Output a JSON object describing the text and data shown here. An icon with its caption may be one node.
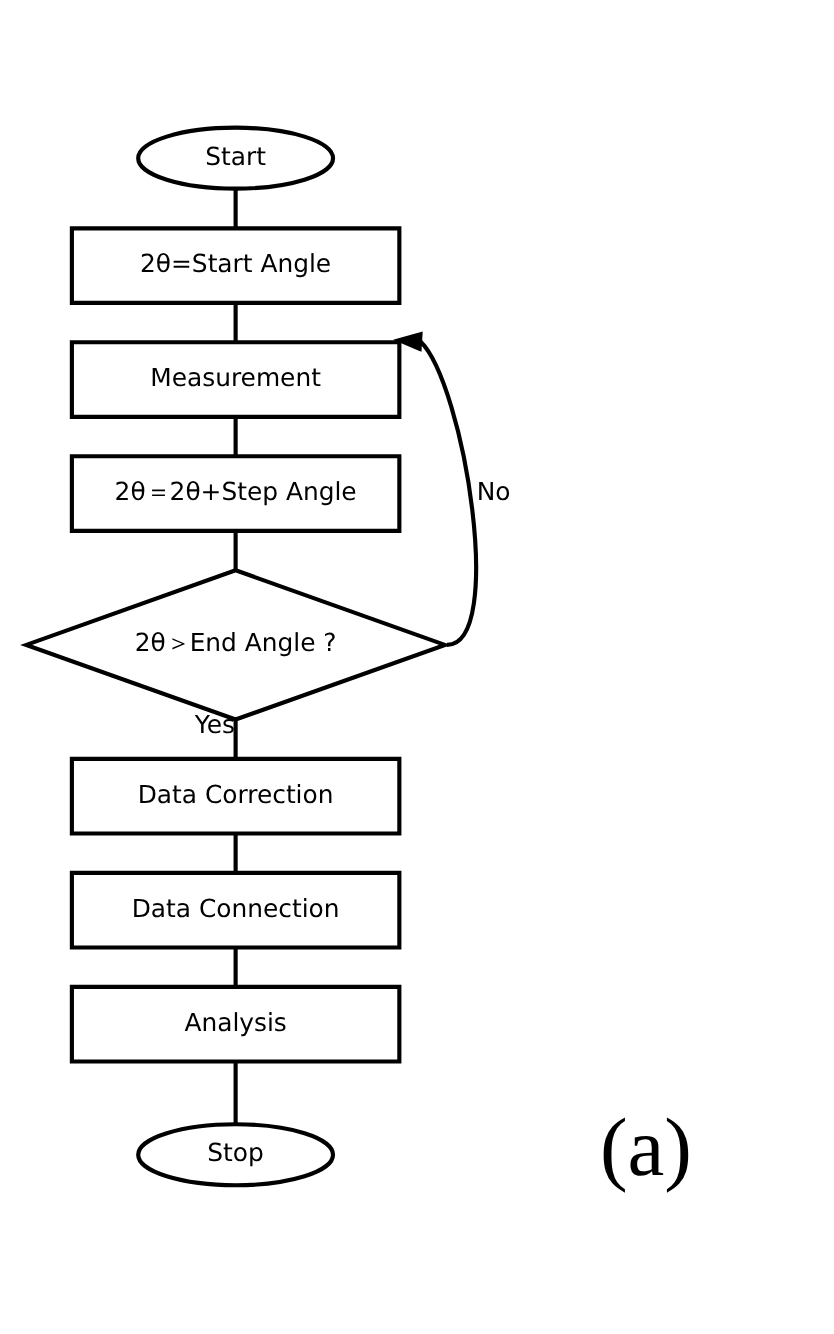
{
  "diagram": {
    "nodes": [
      {
        "text": [
          "Start"
        ]
      },
      {
        "text": [
          "2θ=Start Angle"
        ]
      },
      {
        "text": [
          "Measurement"
        ]
      },
      {
        "text": [
          "2θ＝2θ+Step Angle"
        ]
      },
      {
        "text": [
          "2θ＞End Angle ?"
        ]
      },
      {
        "text": [
          "Data Correction"
        ]
      },
      {
        "text": [
          "Data Connection"
        ]
      },
      {
        "text": [
          "Analysis"
        ]
      },
      {
        "text": [
          "Stop"
        ]
      }
    ],
    "edges": [
      {
        "from": 0,
        "to": 1,
        "arrow": "none"
      },
      {
        "from": 1,
        "to": 2,
        "arrow": "none"
      },
      {
        "from": 2,
        "to": 3,
        "arrow": "none"
      },
      {
        "from": 3,
        "to": 4,
        "arrow": "none"
      },
      {
        "from": 4,
        "to": 2,
        "arrow": "to",
        "label": "No"
      },
      {
        "from": 4,
        "to": 5,
        "arrow": "none",
        "label": "Yes"
      },
      {
        "from": 5,
        "to": 6,
        "arrow": "none"
      },
      {
        "from": 6,
        "to": 7,
        "arrow": "none"
      },
      {
        "from": 7,
        "to": 8,
        "arrow": "none"
      }
    ],
    "labels": [
      "(a)"
    ]
  }
}
